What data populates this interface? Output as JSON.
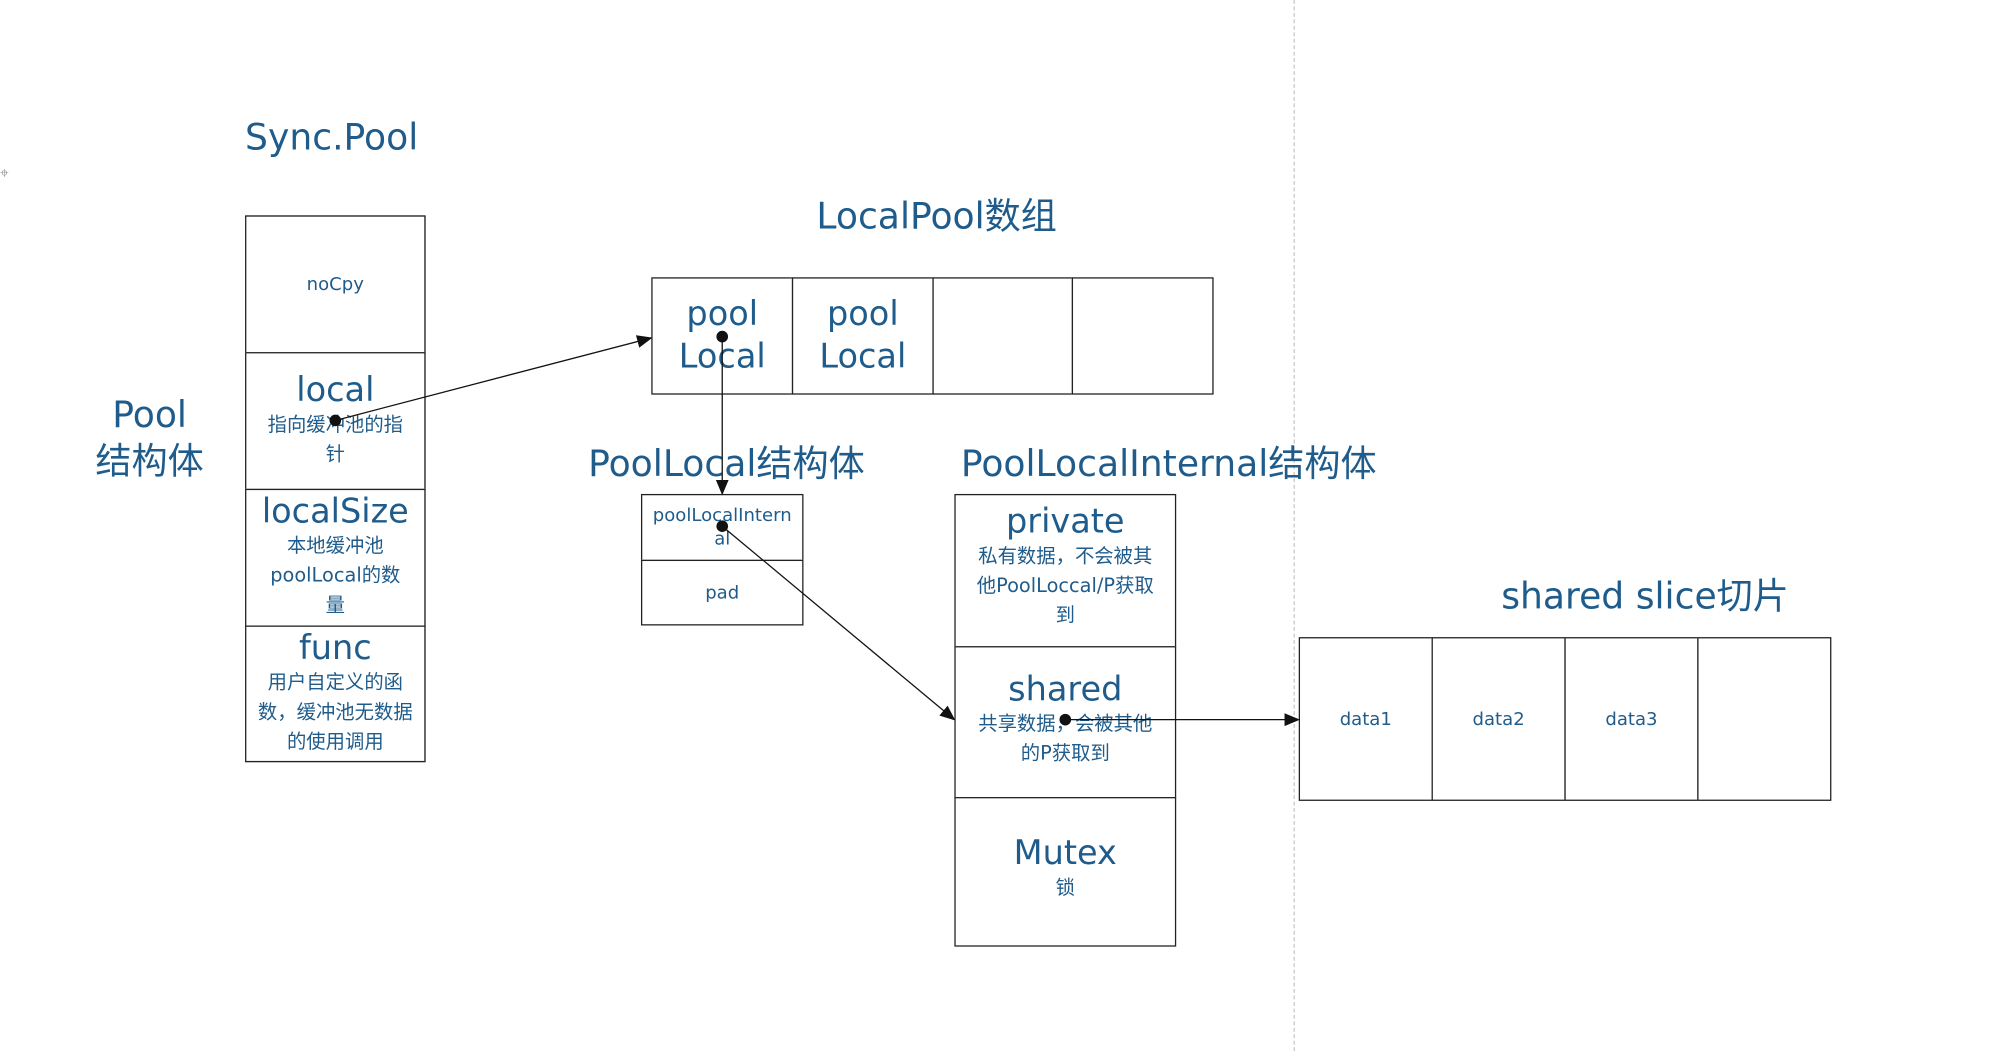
{
  "colors": {
    "text": "#1f5c8b",
    "line": "#222222"
  },
  "sync_pool": {
    "title": "Sync.Pool",
    "side_label_line1": "Pool",
    "side_label_line2": "结构体",
    "fields": [
      {
        "name": "noCpy",
        "desc": ""
      },
      {
        "name": "local",
        "desc": "指向缓冲池的指针"
      },
      {
        "name": "localSize",
        "desc": "本地缓冲池poolLocal的数量"
      },
      {
        "name": "func",
        "desc": "用户自定义的函数，缓冲池无数据的使用调用"
      }
    ]
  },
  "local_pool_array": {
    "title": "LocalPool数组",
    "cells": [
      "pool Local",
      "pool Local",
      "",
      ""
    ]
  },
  "pool_local_struct": {
    "title": "PoolLocal结构体",
    "fields": [
      "poolLocalInternal",
      "pad"
    ]
  },
  "pool_local_internal": {
    "title": "PoolLocalInternal结构体",
    "fields": [
      {
        "name": "private",
        "desc": "私有数据，不会被其他PoolLoccal/P获取到"
      },
      {
        "name": "shared",
        "desc": "共享数据，会被其他的P获取到"
      },
      {
        "name": "Mutex",
        "desc": "锁"
      }
    ]
  },
  "shared_slice": {
    "title": "shared slice切片",
    "cells": [
      "data1",
      "data2",
      "data3",
      ""
    ]
  }
}
